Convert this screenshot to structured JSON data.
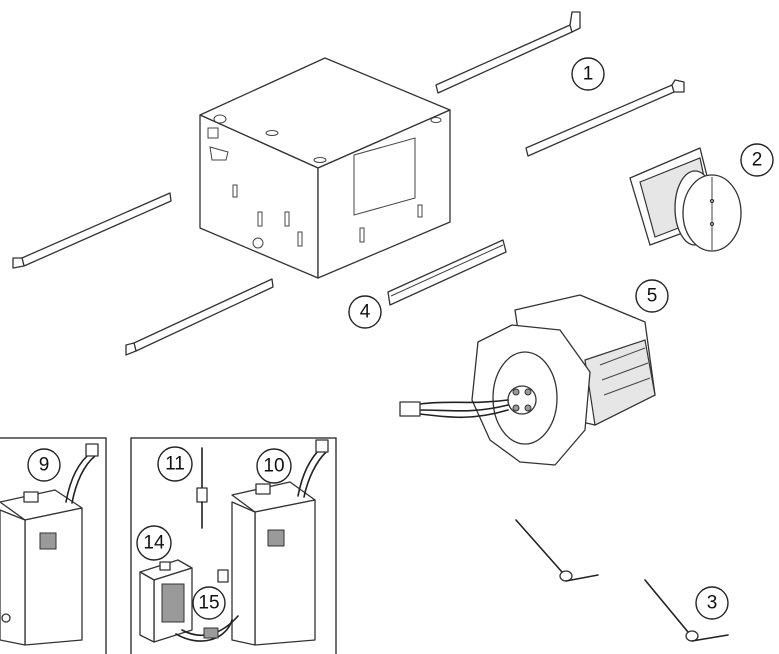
{
  "callouts": {
    "c1": "1",
    "c2": "2",
    "c3": "3",
    "c4": "4",
    "c5": "5",
    "c9": "9",
    "c10": "10",
    "c11": "11",
    "c14": "14",
    "c15": "15"
  },
  "icons": [
    "housing-box-icon",
    "mounting-bracket-icon",
    "duct-collar-damper-icon",
    "torsion-spring-icon",
    "blower-motor-icon",
    "heater-box-icon",
    "sensor-probe-icon",
    "control-module-icon",
    "wire-harness-icon"
  ]
}
